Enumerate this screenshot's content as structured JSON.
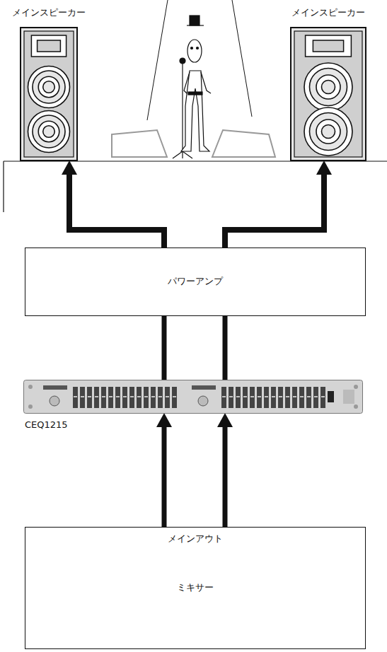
{
  "diagram": {
    "nodes": [
      {
        "text": [
          "メインスピーカー"
        ]
      },
      {
        "text": [
          "メインスピーカー"
        ]
      },
      {
        "text": [
          "パワーアンプ"
        ]
      },
      {
        "text": [
          "CEQ1215"
        ]
      },
      {
        "text": [
          "メインアウト",
          "ミキサー"
        ]
      }
    ],
    "edges": [
      {
        "from": 2,
        "to": 0,
        "arrow": "to"
      },
      {
        "from": 2,
        "to": 1,
        "arrow": "to"
      },
      {
        "from": 3,
        "to": 2,
        "arrow": "none"
      },
      {
        "from": 3,
        "to": 2,
        "arrow": "none"
      },
      {
        "from": 4,
        "to": 3,
        "arrow": "to"
      },
      {
        "from": 4,
        "to": 3,
        "arrow": "to"
      }
    ]
  }
}
